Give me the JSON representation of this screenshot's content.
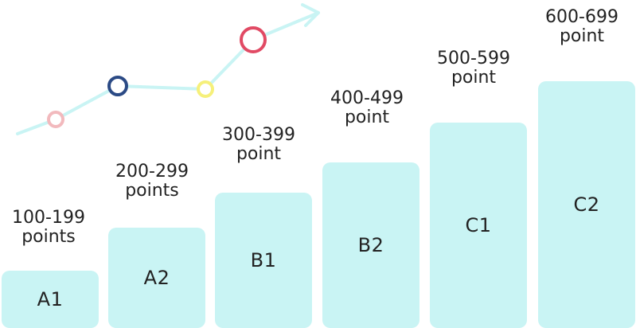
{
  "colors": {
    "block": "#c9f4f4",
    "arrow": "#c9f4f4",
    "text": "#222222",
    "dot_pink": "#f2b9bd",
    "dot_navy": "#2b4a85",
    "dot_yellow": "#f6f07a",
    "dot_red": "#e14a64"
  },
  "levels": [
    {
      "level": "A1",
      "range": "100-199",
      "unit": "points"
    },
    {
      "level": "A2",
      "range": "200-299",
      "unit": "points"
    },
    {
      "level": "B1",
      "range": "300-399",
      "unit": "point"
    },
    {
      "level": "B2",
      "range": "400-499",
      "unit": "point"
    },
    {
      "level": "C1",
      "range": "500-599",
      "point_unit": "",
      "unit": "point"
    },
    {
      "level": "C2",
      "range": "600-699",
      "unit": "point"
    }
  ],
  "progress_icon": "trend-arrow-icon"
}
